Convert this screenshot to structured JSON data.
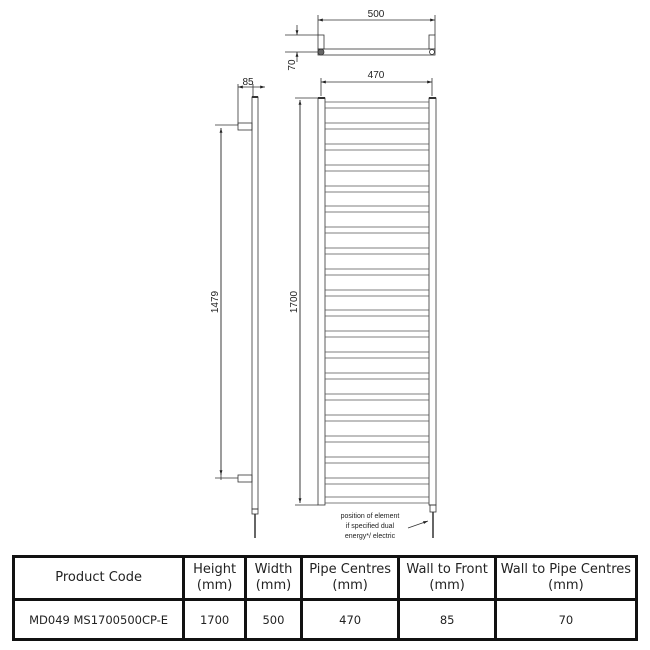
{
  "drawing": {
    "top_view": {
      "width_label": "500",
      "depth_label": "70"
    },
    "side_view": {
      "wall_to_front_label": "85",
      "bracket_centres_label": "1479"
    },
    "front_view": {
      "pipe_centres_label": "470",
      "height_label": "1700",
      "bar_count": 20,
      "element_note": [
        "position of element",
        "if specified dual",
        "energy*/ electric"
      ]
    }
  },
  "table": {
    "headers": [
      {
        "line1": "Product Code",
        "line2": ""
      },
      {
        "line1": "Height",
        "line2": "(mm)"
      },
      {
        "line1": "Width",
        "line2": "(mm)"
      },
      {
        "line1": "Pipe Centres",
        "line2": "(mm)"
      },
      {
        "line1": "Wall to Front",
        "line2": "(mm)"
      },
      {
        "line1": "Wall to Pipe Centres",
        "line2": "(mm)"
      }
    ],
    "rows": [
      [
        "MD049 MS1700500CP-E",
        "1700",
        "500",
        "470",
        "85",
        "70"
      ]
    ]
  }
}
